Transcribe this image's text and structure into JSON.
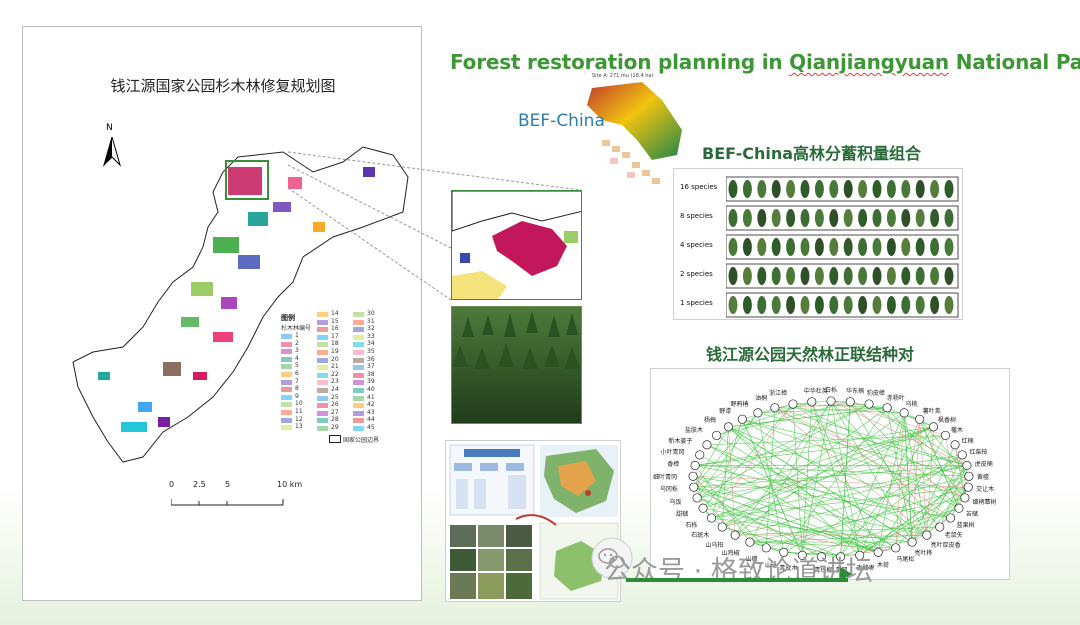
{
  "map": {
    "title": "钱江源国家公园杉木林修复规划图",
    "north_label": "N",
    "scale_labels": [
      "0",
      "2.5",
      "5",
      "10 km"
    ],
    "legend_heading": "图例",
    "legend_subheading": "杉木林编号",
    "legend_col1": [
      "1",
      "2",
      "3",
      "4",
      "5",
      "6",
      "7",
      "8",
      "9",
      "10",
      "11",
      "12",
      "13"
    ],
    "legend_col2": [
      "14",
      "15",
      "16",
      "17",
      "18",
      "19",
      "20",
      "21",
      "22",
      "23",
      "24",
      "25",
      "26",
      "27",
      "28",
      "29"
    ],
    "legend_col3": [
      "30",
      "31",
      "32",
      "33",
      "34",
      "35",
      "36",
      "37",
      "38",
      "39",
      "40",
      "41",
      "42",
      "43",
      "44",
      "45"
    ],
    "boundary_label": "国家公园边界"
  },
  "header": {
    "title_part1": "Forest restoration planning in ",
    "title_part2": "Qianjiangyuan",
    "title_part3": " National Park"
  },
  "bef": {
    "label": "BEF-China",
    "site_caption": "Site A: 271 mu (18.4 ha)",
    "subtitle": "BEF-China高林分蓄积量组合",
    "rows": [
      "16 species",
      "8 species",
      "4 species",
      "2 species",
      "1 species"
    ]
  },
  "network": {
    "title": "钱江源公园天然林正联结种对",
    "species_labels": [
      "白栎",
      "华东楠",
      "豹皮樟",
      "赤杨叶",
      "乌桃",
      "薯叶荚",
      "枫香树",
      "檵木",
      "红楠",
      "红柴枝",
      "虎皮楠",
      "黄檀",
      "交让木",
      "细柄蕈树",
      "苦槠",
      "蓝果树",
      "老鼠矢",
      "亮叶厚皮香",
      "亮叶桦",
      "马尾松",
      "木荷",
      "南酸枣",
      "青冈",
      "青钱柳",
      "青皮木",
      "山矾",
      "山槐",
      "山鸡椒",
      "山乌桕",
      "石斑木",
      "石栎",
      "甜槠",
      "乌饭",
      "乌冈栎",
      "细叶青冈",
      "香樟",
      "小叶青冈",
      "新木姜子",
      "盐肤木",
      "杨梅",
      "野漆",
      "野鸦椿",
      "油桐",
      "浙江樟",
      "中华杜英"
    ],
    "link_colors": {
      "positive": "#39c339",
      "negative": "#e88a8a"
    }
  },
  "watermark": {
    "text": "公众号 · 格致论道讲坛"
  }
}
